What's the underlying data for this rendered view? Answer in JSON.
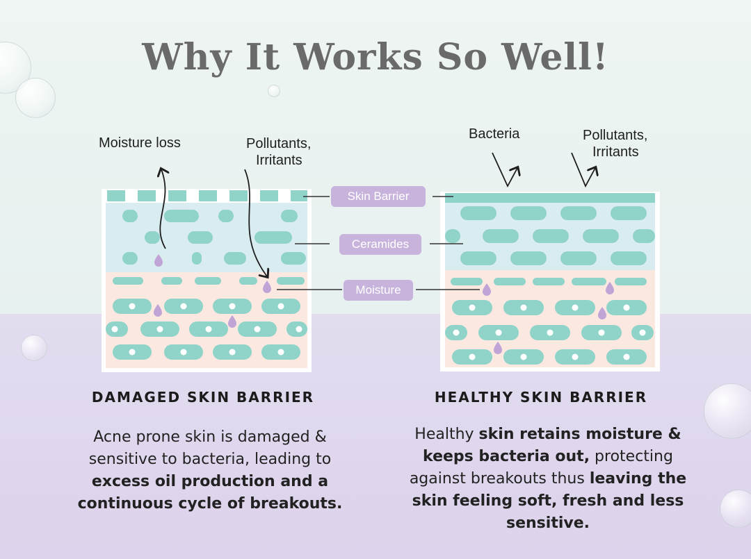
{
  "title": "Why It Works So Well!",
  "labels": {
    "moisture_loss": "Moisture loss",
    "left_pollutants_line1": "Pollutants,",
    "left_pollutants_line2": "Irritants",
    "bacteria": "Bacteria",
    "right_pollutants_line1": "Pollutants,",
    "right_pollutants_line2": "Irritants"
  },
  "callouts": {
    "skin_barrier": "Skin Barrier",
    "ceramides": "Ceramides",
    "moisture": "Moisture"
  },
  "left": {
    "heading": "DAMAGED SKIN BARRIER",
    "desc_plain": "Acne prone skin is damaged & sensitive to bacteria, leading to",
    "desc_bold": "excess oil production and a continuous cycle of breakouts."
  },
  "right": {
    "heading": "HEALTHY SKIN BARRIER",
    "desc_1": "Healthy ",
    "desc_2": "skin retains moisture & keeps bacteria out,",
    "desc_3": " protecting against breakouts thus ",
    "desc_4": "leaving the skin feeling soft, fresh and less sensitive."
  },
  "colors": {
    "teal": "#8fd3c9",
    "upper_layer": "#d9edf1",
    "lower_layer": "#fbe9e1",
    "pill": "#c7b3db",
    "droplet": "#c1a4d6",
    "lavender_band": "#ddd3ec"
  }
}
